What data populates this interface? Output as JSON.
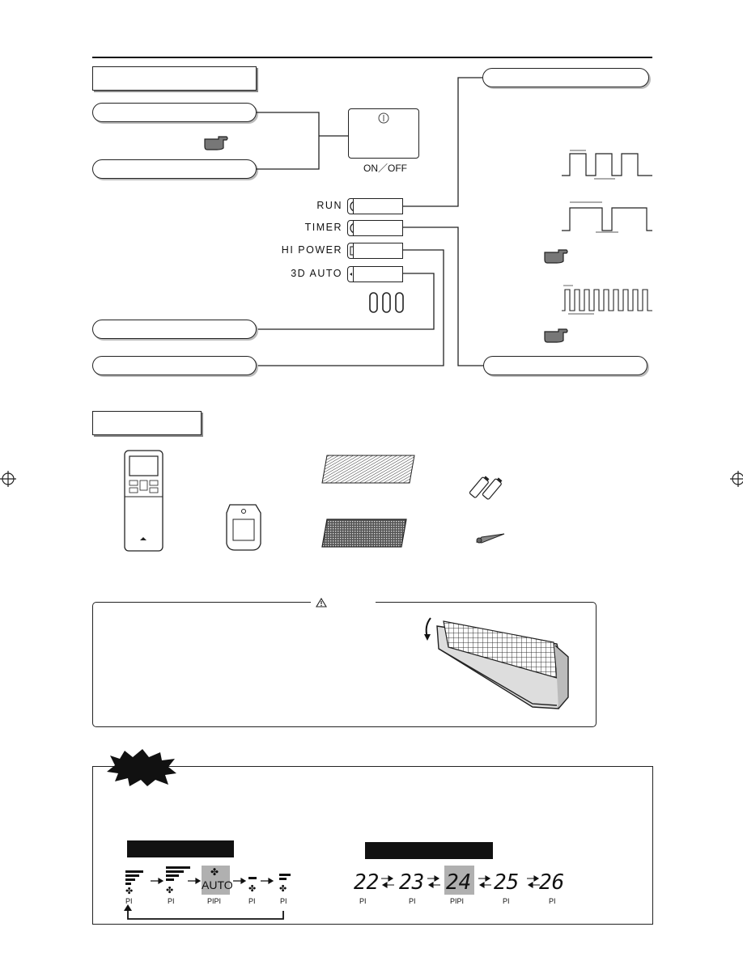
{
  "indicators": {
    "onoff_label": "ON／OFF",
    "run_label": "RUN",
    "timer_label": "TIMER",
    "hipower_label": "HI POWER",
    "auto3d_label": "3D AUTO"
  },
  "selectors": {
    "fan": {
      "items": [
        "bars4",
        "bars4",
        "AUTO",
        "bars1",
        "bars2"
      ],
      "beeps": [
        "PI",
        "PI",
        "PIPI",
        "PI",
        "PI"
      ],
      "highlighted_index": 2
    },
    "temperature": {
      "values": [
        "22",
        "23",
        "24",
        "25",
        "26"
      ],
      "beeps": [
        "PI",
        "PI",
        "PIPI",
        "PI",
        "PI"
      ],
      "highlighted_index": 2
    }
  },
  "colors": {
    "highlight": "#b0b0b0",
    "ink": "#111111"
  }
}
